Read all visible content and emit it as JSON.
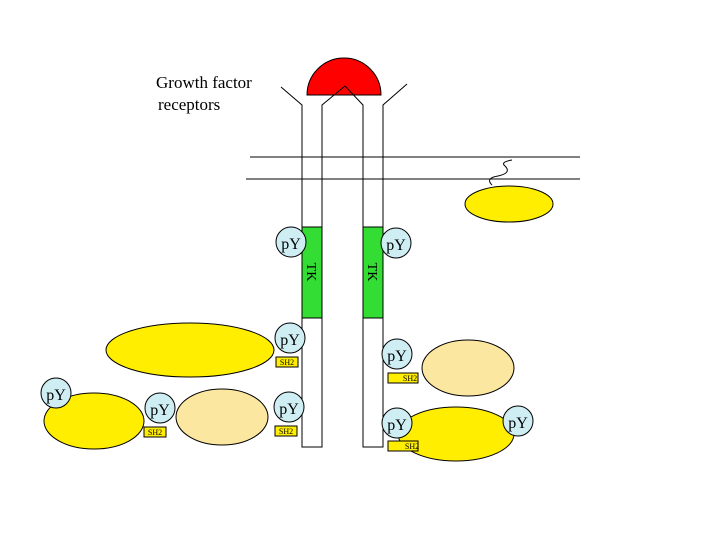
{
  "title": {
    "line1": "Growth factor",
    "line2": "receptors"
  },
  "labels": {
    "py": "pY",
    "tk": "TK",
    "sh2": "SH2"
  },
  "colors": {
    "ligand": "#ff0000",
    "tk_domain": "#33dd33",
    "py_circle": "#cfeef4",
    "protein_yellow": "#ffee00",
    "protein_pale": "#fbe7a0",
    "sh2_box": "#ffee00"
  }
}
